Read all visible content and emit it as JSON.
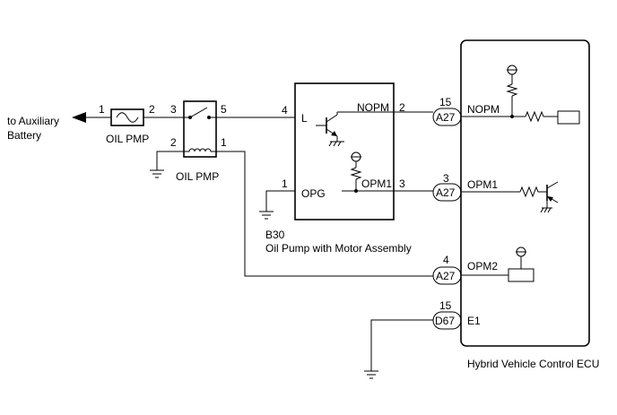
{
  "left_side": {
    "aux_label_line1": "to Auxiliary",
    "aux_label_line2": "Battery"
  },
  "fuse": {
    "pin_left": "1",
    "pin_right": "2",
    "label": "OIL PMP"
  },
  "relay": {
    "pin_3": "3",
    "pin_5": "5",
    "pin_2": "2",
    "pin_1": "1",
    "label": "OIL PMP"
  },
  "pump": {
    "pin_4": "4",
    "pin_L": "L",
    "nopm_label": "NOPM",
    "nopm_pin": "2",
    "pin_1": "1",
    "opg_label": "OPG",
    "opm1_label": "OPM1",
    "opm1_pin": "3",
    "connector": "B30",
    "name": "Oil Pump with Motor Assembly"
  },
  "connectors": [
    {
      "pin": "15",
      "code": "A27",
      "signal": "NOPM"
    },
    {
      "pin": "3",
      "code": "A27",
      "signal": "OPM1"
    },
    {
      "pin": "4",
      "code": "A27",
      "signal": "OPM2"
    },
    {
      "pin": "15",
      "code": "D67",
      "signal": "E1"
    }
  ],
  "ecu": {
    "name": "Hybrid Vehicle Control ECU"
  }
}
